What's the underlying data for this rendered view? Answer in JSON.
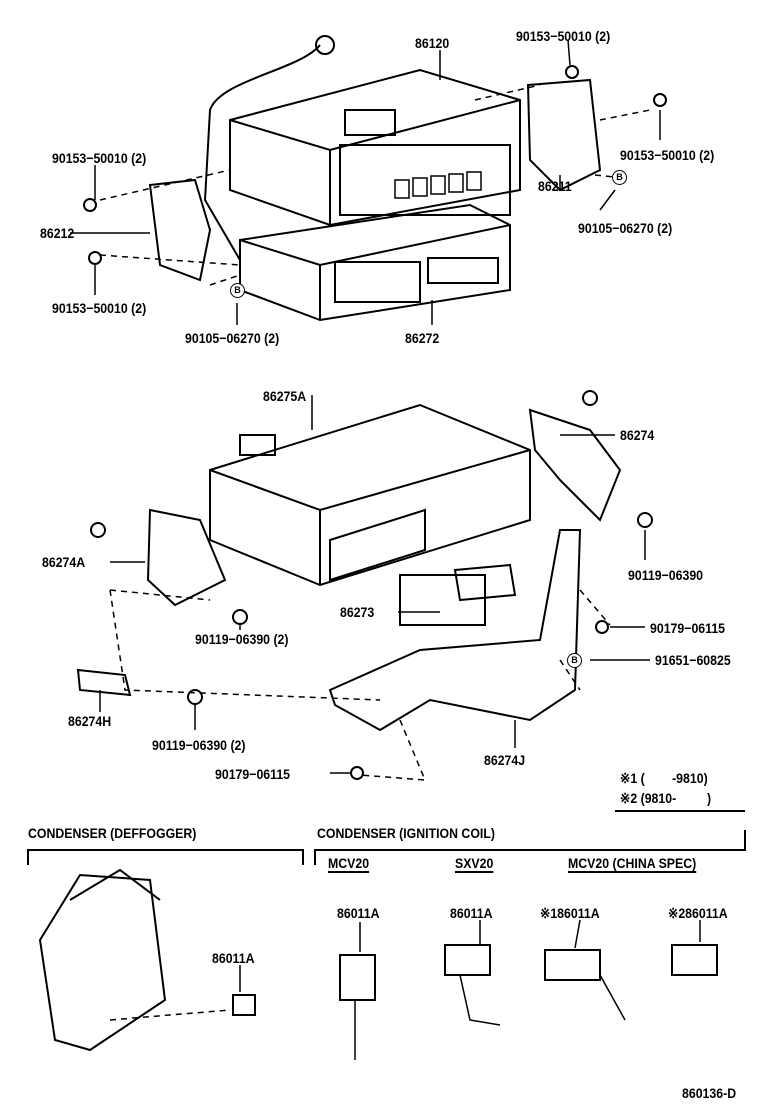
{
  "diagram": {
    "labels": [
      "86120",
      "90153−50010 (2)",
      "90153−50010 (2)",
      "90153−50010 (2)",
      "86212",
      "90153−50010 (2)",
      "90105−06270 (2)",
      "86272",
      "86211",
      "90105−06270 (2)",
      "86275A",
      "86274",
      "86274A",
      "90119−06390",
      "86273",
      "90179−06115",
      "90119−06390 (2)",
      "91651−60825",
      "86274H",
      "90119−06390 (2)",
      "86274J",
      "90179−06115",
      "※1 (        -9810)",
      "※2 (9810-         )",
      "CONDENSER (DEFFOGGER)",
      "CONDENSER (IGNITION COIL)",
      "MCV20",
      "SXV20",
      "MCV20 (CHINA SPEC)",
      "86011A",
      "86011A",
      "86011A",
      "※186011A",
      "※286011A",
      "860136-D"
    ],
    "marker_letter": "B",
    "line_color": "#000000",
    "background": "#ffffff"
  }
}
